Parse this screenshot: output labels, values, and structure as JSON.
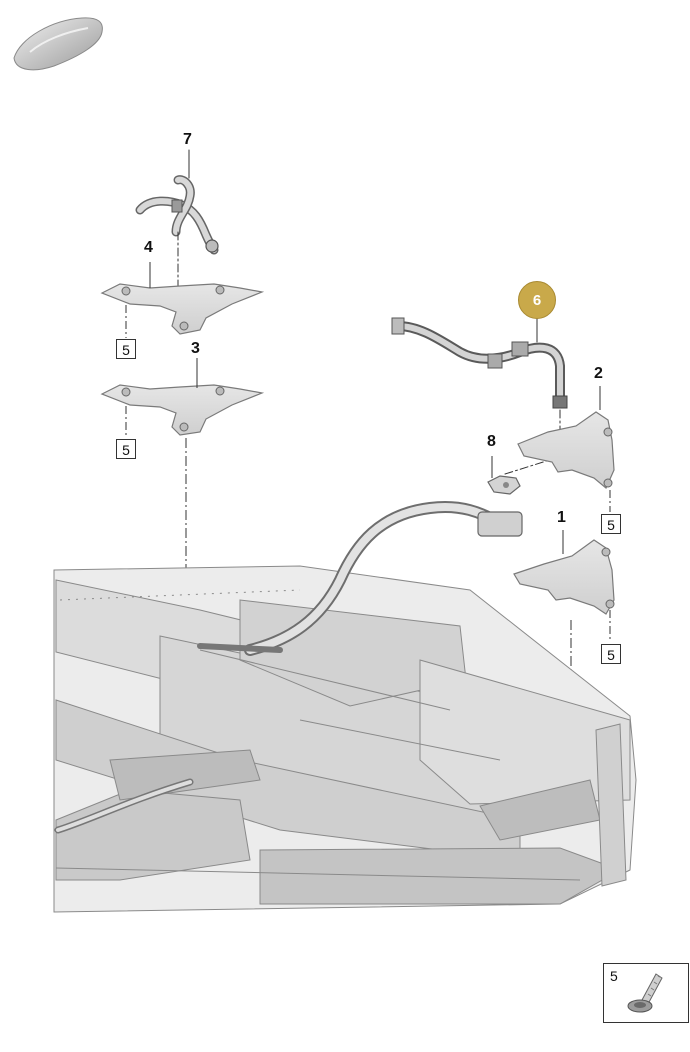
{
  "callouts": {
    "c1": "1",
    "c2": "2",
    "c3": "3",
    "c4": "4",
    "c6": "6",
    "c7": "7",
    "c8": "8"
  },
  "box_labels": {
    "b4": "5",
    "b3": "5",
    "b2": "5",
    "b1": "5"
  },
  "legend": {
    "number": "5"
  },
  "colors": {
    "highlight": "#c9a94a",
    "part_fill": "#d9d9d9",
    "part_stroke": "#7a7a7a"
  }
}
